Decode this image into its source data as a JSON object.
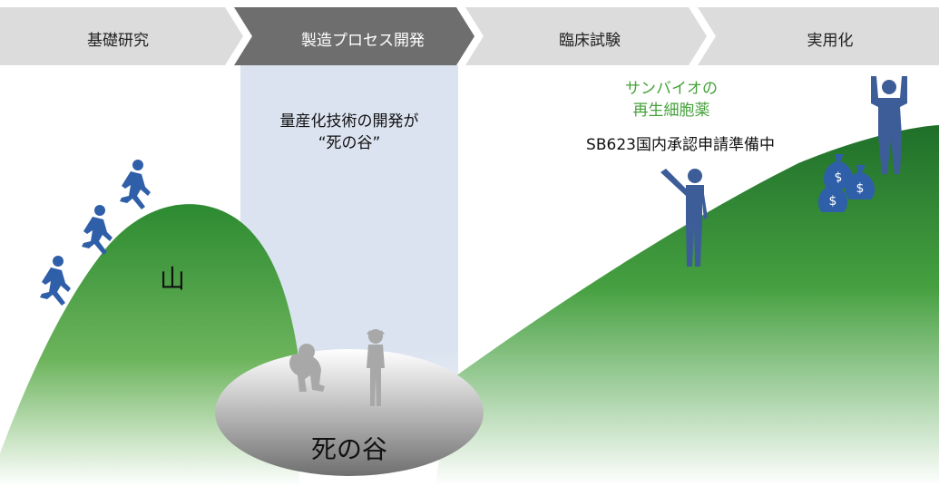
{
  "stages": [
    {
      "label": "基礎研究",
      "active": false
    },
    {
      "label": "製造プロセス開発",
      "active": true
    },
    {
      "label": "臨床試験",
      "active": false
    },
    {
      "label": "実用化",
      "active": false
    }
  ],
  "gap_note": {
    "line1": "量産化技術の開発が",
    "line2": "“死の谷”"
  },
  "mountain_label": "山",
  "valley_label": "死の谷",
  "product": {
    "line1": "サンバイオの",
    "line2": "再生細胞薬"
  },
  "status": "SB623国内承認申請準備中",
  "colors": {
    "stage_light": "#dcdcdc",
    "stage_dark": "#6e6e6e",
    "highlight": "#dbe3f0",
    "hill_green": "#2f8a31",
    "figure_blue": "#3c5d97",
    "figure_gray": "#a8a8a8",
    "product_green": "#46a23a"
  },
  "icons": [
    "runner-icon",
    "despair-person-icon",
    "raised-arms-person-icon",
    "money-bag-icon"
  ]
}
